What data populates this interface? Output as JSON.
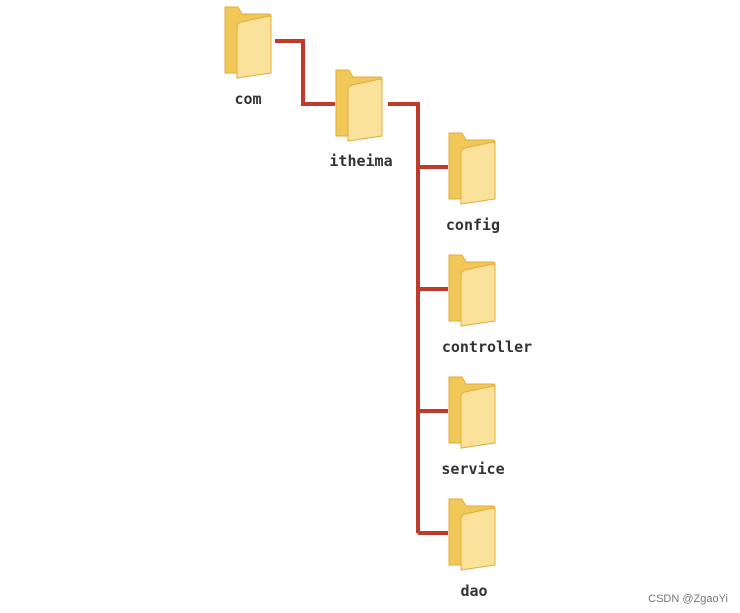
{
  "colors": {
    "connector": "#c0392b",
    "folder_back": "#f1c757",
    "folder_front": "#fbe29a",
    "folder_edge": "#e0ad3c",
    "label": "#333333"
  },
  "tree": {
    "root": {
      "label": "com",
      "icon": "folder-icon"
    },
    "child": {
      "label": "itheima",
      "icon": "folder-icon"
    },
    "leaves": [
      {
        "label": "config",
        "icon": "folder-icon"
      },
      {
        "label": "controller",
        "icon": "folder-icon"
      },
      {
        "label": "service",
        "icon": "folder-icon"
      },
      {
        "label": "dao",
        "icon": "folder-icon"
      }
    ]
  },
  "watermark": "CSDN @ZgaoYi"
}
